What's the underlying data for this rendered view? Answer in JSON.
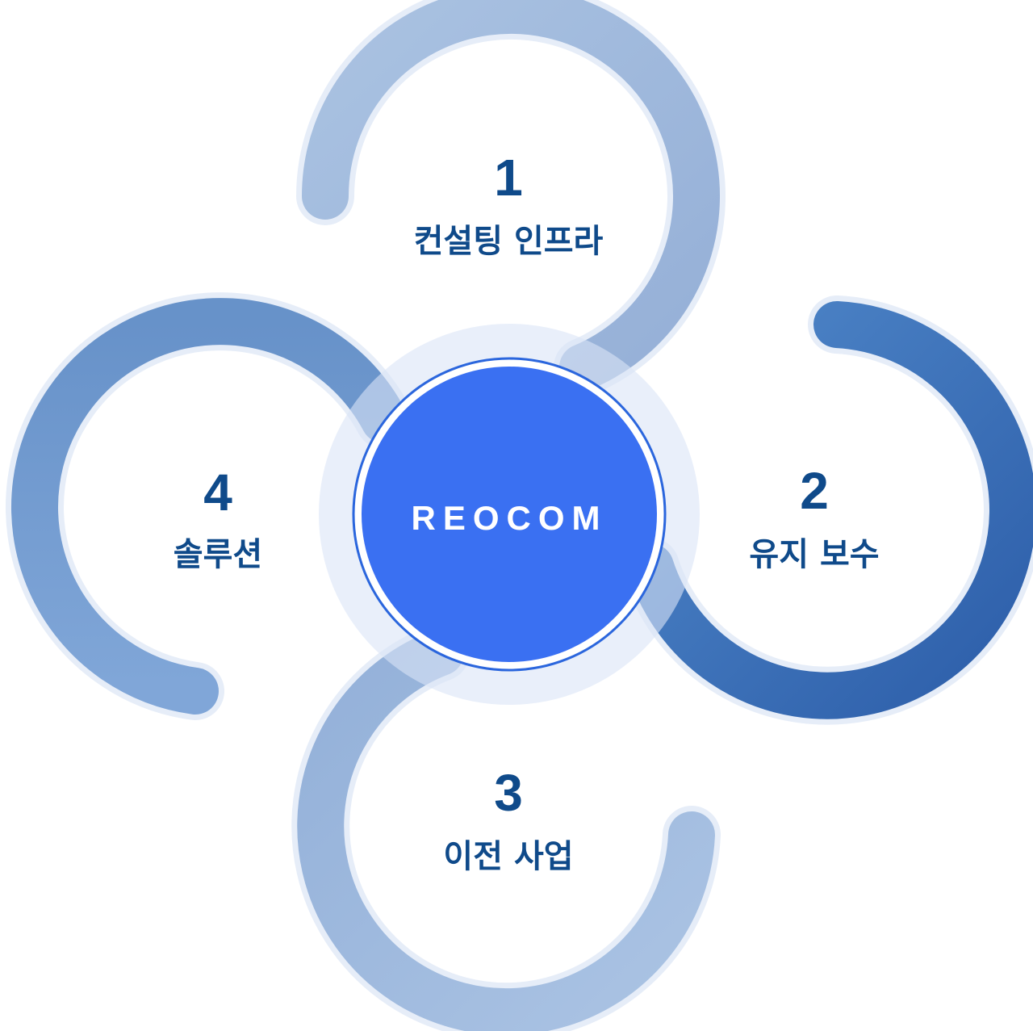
{
  "center": {
    "label": "REOCOM"
  },
  "segments": [
    {
      "number": "1",
      "label": "컨설팅 인프라"
    },
    {
      "number": "2",
      "label": "유지 보수"
    },
    {
      "number": "3",
      "label": "이전 사업"
    },
    {
      "number": "4",
      "label": "솔루션"
    }
  ],
  "colors": {
    "center_fill": "#3a70f2",
    "text": "#0f4a8a",
    "ring_top": "#97b3d8",
    "ring_right": "#3470b8",
    "ring_bottom": "#9ab6da",
    "ring_left": "#6f98cc",
    "halo": "#e8eef9"
  }
}
